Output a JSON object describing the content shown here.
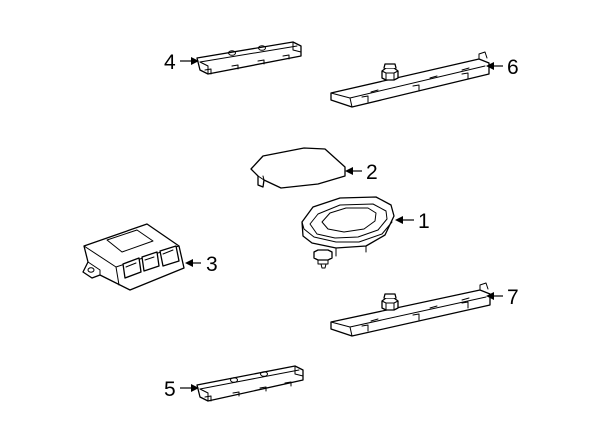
{
  "diagram": {
    "background_color": "#ffffff",
    "line_color": "#000000",
    "callouts": [
      {
        "id": "1",
        "label": "1"
      },
      {
        "id": "2",
        "label": "2"
      },
      {
        "id": "3",
        "label": "3"
      },
      {
        "id": "4",
        "label": "4"
      },
      {
        "id": "5",
        "label": "5"
      },
      {
        "id": "6",
        "label": "6"
      },
      {
        "id": "7",
        "label": "7"
      }
    ]
  }
}
